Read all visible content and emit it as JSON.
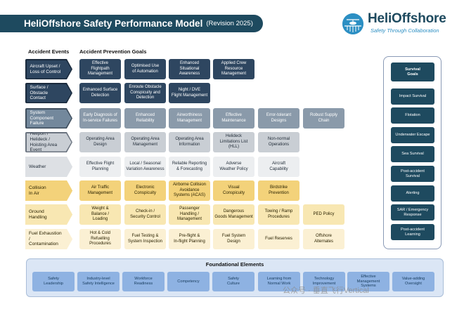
{
  "header": {
    "title": "HeliOffshore Safety Performance Model",
    "revision": "(Revision 2025)"
  },
  "logo": {
    "name": "HeliOffshore",
    "tagline": "Safety Through Collaboration",
    "icon": "helicopter-globe-icon",
    "color": "#2c8fc3"
  },
  "columns": {
    "accident_events": "Accident Events",
    "prevention_goals": "Accident Prevention Goals"
  },
  "rows": [
    {
      "event": "Aircraft Upset /\nLoss of Control",
      "tone": "navy",
      "goals": [
        "Effective\nFlightpath\nManagement",
        "Optimised Use\nof Automation",
        "Enhanced\nSituational\nAwareness",
        "Applied Crew\nResource\nManagement"
      ]
    },
    {
      "event": "Surface / Obstacle\nContact",
      "tone": "navy",
      "goals": [
        "Enhanced Surface\nDetection",
        "Enroute Obstacle\nConspicuity and\nDetection",
        "Night / DVE\nFlight Management"
      ]
    },
    {
      "event": "System Component\nFailure",
      "tone": "steel",
      "goals": [
        "Early Diagnosis of\nIn-service Failures",
        "Enhanced\nReliability",
        "Airworthiness\nManagement",
        "Effective\nMaintenance",
        "Error-tolerant\nDesigns",
        "Robust Supply\nChain"
      ]
    },
    {
      "event": "Heliport / Helideck /\nHoisting Area Event",
      "tone": "grey",
      "goals": [
        "Operating Area\nDesign",
        "Operating Area\nManagement",
        "Operating Area\nInformation",
        "Helideck\nLimitations List\n(HLL)",
        "Non-normal\nOperations"
      ]
    },
    {
      "event": "Weather",
      "tone": "lightgrey",
      "goals": [
        "Effective Flight\nPlanning",
        "Local / Seasonal\nVariation Awareness",
        "Reliable Reporting\n& Forecasting",
        "Adverse\nWeather Policy",
        "Aircraft\nCapability"
      ]
    },
    {
      "event": "Collision\nIn Air",
      "tone": "yellow",
      "goals": [
        "Air Traffic\nManagement",
        "Electronic\nConspicuity",
        "Airborne Collision\nAvoidance\nSystems (ACAS)",
        "Visual\nConspicuity",
        "Birdstrike\nPrevention"
      ]
    },
    {
      "event": "Ground Handling",
      "tone": "lightyellow",
      "goals": [
        "Weight &\nBalance /\nLoading",
        "Check-in /\nSecurity Control",
        "Passenger\nHandling /\nManagement",
        "Dangerous\nGoods Management",
        "Towing / Ramp\nProcedures",
        "PED Policy"
      ]
    },
    {
      "event": "Fuel Exhaustion /\nContamination",
      "tone": "cream",
      "goals": [
        "Hot & Cold\nRefuelling\nProcedures",
        "Fuel Testing &\nSystem Inspection",
        "Pre-flight &\nIn-flight Planning",
        "Fuel System\nDesign",
        "Fuel Reserves",
        "Offshore\nAlternates"
      ]
    }
  ],
  "survival": {
    "title": "Survival\nGoals",
    "items": [
      "Impact Survival",
      "Flotation",
      "Underwater Escape",
      "Sea Survival",
      "Post-accident\nSurvival",
      "Alerting",
      "SAR / Emergency\nResponse",
      "Post-accident\nLearning"
    ]
  },
  "foundation": {
    "title": "Foundational Elements",
    "items": [
      "Safety\nLeadership",
      "Industry-level\nSafety Intelligence",
      "Workforce\nReadiness",
      "Competency",
      "Safety\nCulture",
      "Learning from\nNormal Work",
      "Technology\nImprovement",
      "Effective\nManagement\nSystems",
      "Value-adding\nOversight"
    ]
  },
  "watermark": "公众号 · 垂直飞行Vertical",
  "palette": {
    "navy": {
      "event_bg": "#2e4660",
      "event_fg": "#ffffff",
      "goal_bg": "#2e4660",
      "goal_fg": "#ffffff",
      "border": "#1a2a3c"
    },
    "steel": {
      "event_bg": "#73889c",
      "event_fg": "#ffffff",
      "goal_bg": "#8a9aaa",
      "goal_fg": "#ffffff",
      "border": "#3e4d5c"
    },
    "grey": {
      "event_bg": "#c9ced4",
      "event_fg": "#1f2a36",
      "goal_bg": "#c9ced4",
      "goal_fg": "#1f2a36",
      "border": "#6b7480"
    },
    "lightgrey": {
      "event_bg": "#dde0e4",
      "event_fg": "#1f2a36",
      "goal_bg": "#eceef0",
      "goal_fg": "#1f2a36",
      "border": "none"
    },
    "yellow": {
      "event_bg": "#f3d27a",
      "event_fg": "#2a2200",
      "goal_bg": "#f3d27a",
      "goal_fg": "#2a2200",
      "border": "none"
    },
    "lightyellow": {
      "event_bg": "#f8e7b2",
      "event_fg": "#2a2200",
      "goal_bg": "#f8e7b2",
      "goal_fg": "#2a2200",
      "border": "none"
    },
    "cream": {
      "event_bg": "#fbf0d3",
      "event_fg": "#2a2200",
      "goal_bg": "#fbf0d3",
      "goal_fg": "#2a2200",
      "border": "none"
    },
    "survival": "#1e4a5f",
    "foundation": "#8eb2e2"
  }
}
